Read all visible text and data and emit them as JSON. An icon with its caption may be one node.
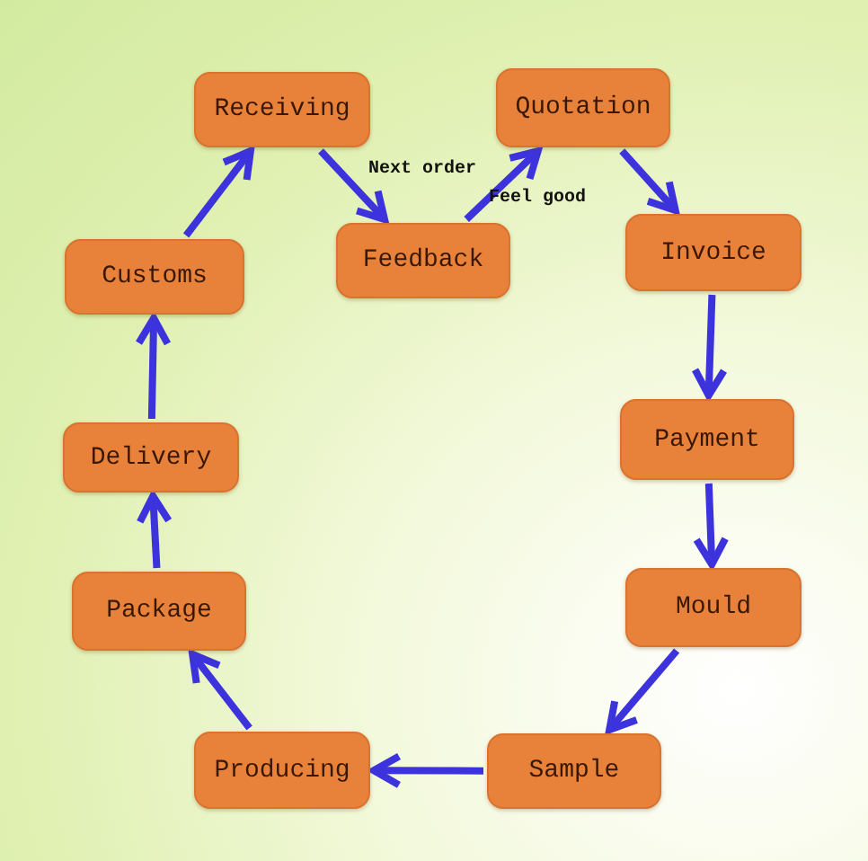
{
  "diagram": {
    "nodes": [
      {
        "text": [
          "Receiving"
        ]
      },
      {
        "text": [
          "Quotation"
        ]
      },
      {
        "text": [
          "Customs"
        ]
      },
      {
        "text": [
          "Feedback"
        ]
      },
      {
        "text": [
          "Invoice"
        ]
      },
      {
        "text": [
          "Payment"
        ]
      },
      {
        "text": [
          "Delivery"
        ]
      },
      {
        "text": [
          "Package"
        ]
      },
      {
        "text": [
          "Mould"
        ]
      },
      {
        "text": [
          "Sample"
        ]
      },
      {
        "text": [
          "Producing"
        ]
      }
    ],
    "edges": [
      {
        "from": 1,
        "to": 4,
        "arrow": "to"
      },
      {
        "from": 4,
        "to": 5,
        "arrow": "to"
      },
      {
        "from": 5,
        "to": 8,
        "arrow": "to"
      },
      {
        "from": 8,
        "to": 9,
        "arrow": "to"
      },
      {
        "from": 9,
        "to": 10,
        "arrow": "to"
      },
      {
        "from": 10,
        "to": 7,
        "arrow": "to"
      },
      {
        "from": 7,
        "to": 6,
        "arrow": "to"
      },
      {
        "from": 6,
        "to": 2,
        "arrow": "to"
      },
      {
        "from": 2,
        "to": 0,
        "arrow": "to"
      },
      {
        "from": 0,
        "to": 3,
        "arrow": "to"
      },
      {
        "from": 3,
        "to": 1,
        "arrow": "to"
      }
    ],
    "labels": [
      "Next order",
      "Feel good"
    ]
  }
}
